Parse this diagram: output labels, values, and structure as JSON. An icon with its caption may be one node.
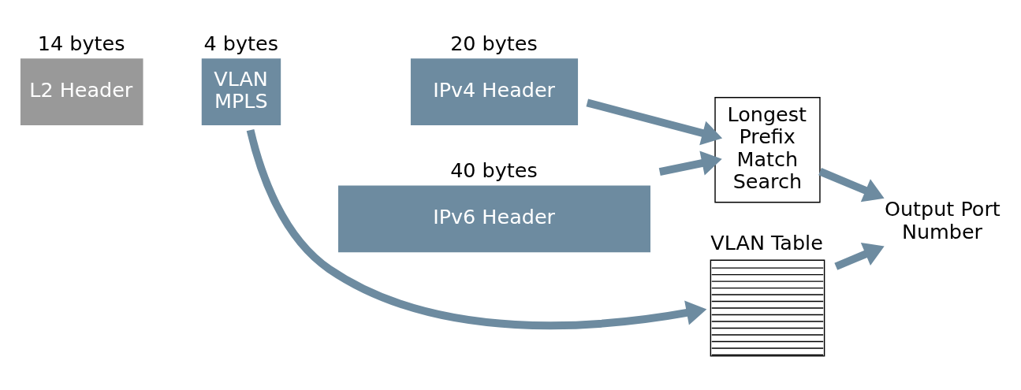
{
  "diagram": {
    "nodes": [
      {
        "text": [
          "L2 Header"
        ],
        "beside": [
          "14 bytes"
        ]
      },
      {
        "text": [
          "VLAN MPLS"
        ],
        "beside": [
          "4 bytes"
        ]
      },
      {
        "text": [
          "IPv4 Header"
        ],
        "beside": [
          "20 bytes"
        ]
      },
      {
        "text": [
          "IPv6 Header"
        ],
        "beside": [
          "40 bytes"
        ]
      },
      {
        "text": [
          "Longest Prefix Match Search"
        ]
      },
      {
        "text": [
          "VLAN Table"
        ]
      },
      {
        "text": [
          "Output Port Number"
        ]
      }
    ],
    "edges": [
      {
        "from": 2,
        "to": 4,
        "arrow": "to"
      },
      {
        "from": 3,
        "to": 4,
        "arrow": "to"
      },
      {
        "from": 1,
        "to": 5,
        "arrow": "to"
      },
      {
        "from": 4,
        "to": 6,
        "arrow": "to"
      },
      {
        "from": 5,
        "to": 6,
        "arrow": "to"
      }
    ]
  }
}
